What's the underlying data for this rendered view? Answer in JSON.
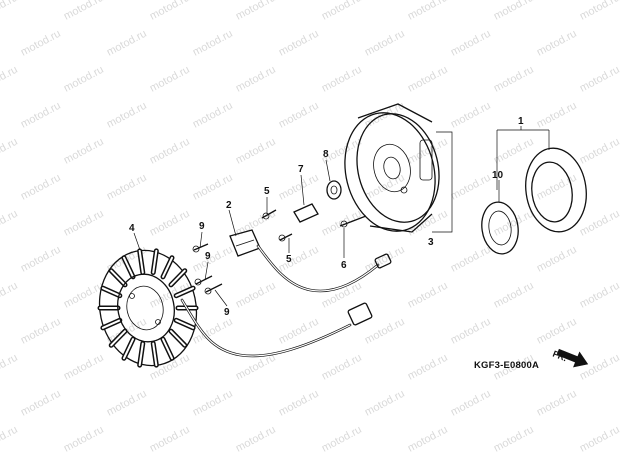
{
  "watermark": {
    "text": "motod.ru"
  },
  "diagram": {
    "code": "KGF3-E0800A",
    "direction_label": "FR.",
    "callouts": {
      "c1": "1",
      "c2": "2",
      "c3": "3",
      "c4": "4",
      "c5a": "5",
      "c5b": "5",
      "c6": "6",
      "c7": "7",
      "c8": "8",
      "c9a": "9",
      "c9b": "9",
      "c9c": "9",
      "c10": "10"
    }
  }
}
